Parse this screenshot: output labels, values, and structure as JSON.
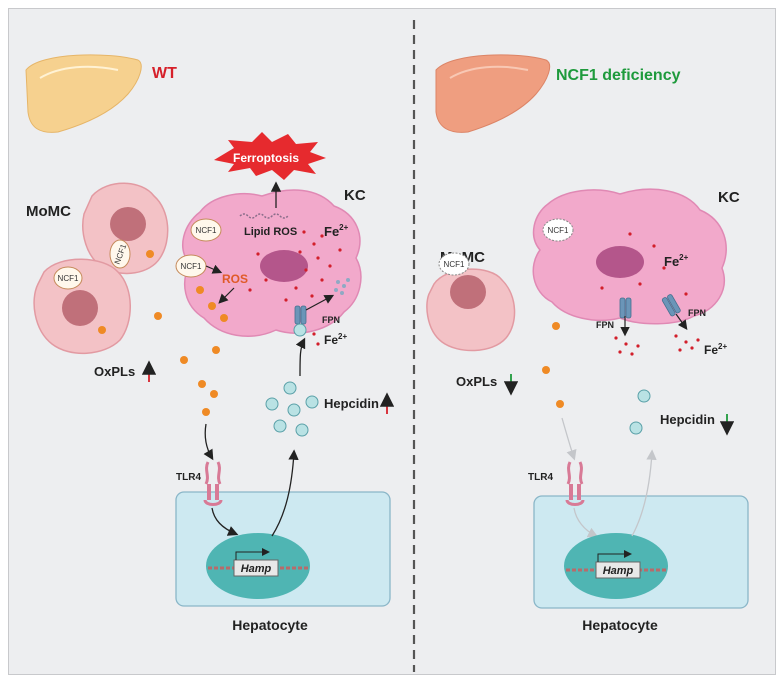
{
  "left": {
    "condition": "WT",
    "condition_color": "#d6202a",
    "momc_label": "MoMC",
    "kc_label": "KC",
    "ncf1_labels": [
      "NCF1",
      "NCF1",
      "NCF1",
      "NCF1"
    ],
    "ros": "ROS",
    "lipid_ros": "Lipid ROS",
    "ferroptosis": "Ferroptosis",
    "fe_kc": "Fe",
    "fe_out": "Fe",
    "fe_sup": "2+",
    "fpn": "FPN",
    "oxpls": "OxPLs",
    "hepcidin": "Hepcidin",
    "tlr4": "TLR4",
    "hamp": "Hamp",
    "hepatocyte": "Hepatocyte",
    "trend_color": "#d6202a"
  },
  "right": {
    "condition": "NCF1 deficiency",
    "condition_color": "#1e9a3c",
    "momc_label": "MoMC",
    "kc_label": "KC",
    "ncf1_labels": [
      "NCF1",
      "NCF1"
    ],
    "fe_kc": "Fe",
    "fe_out": "Fe",
    "fe_sup": "2+",
    "fpn_1": "FPN",
    "fpn_2": "FPN",
    "oxpls": "OxPLs",
    "hepcidin": "Hepcidin",
    "tlr4": "TLR4",
    "hamp": "Hamp",
    "hepatocyte": "Hepatocyte",
    "trend_color": "#1e9a3c"
  }
}
